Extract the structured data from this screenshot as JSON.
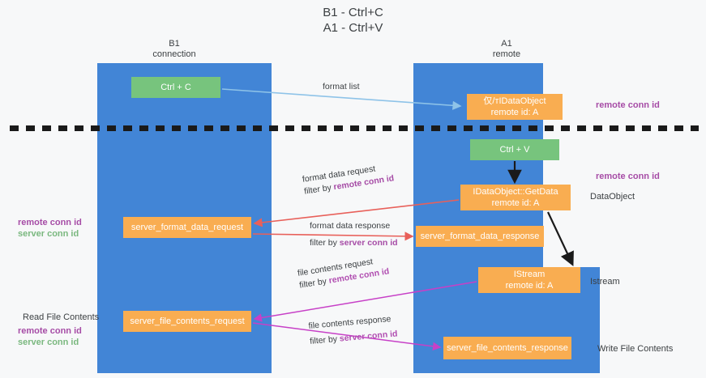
{
  "title": "B1 - Ctrl+C\nA1 - Ctrl+V",
  "lanes": [
    {
      "name": "b1",
      "header": "B1\nconnection"
    },
    {
      "name": "a1",
      "header": "A1\nremote"
    }
  ],
  "boxes": {
    "ctrl_c": "Ctrl + C",
    "data_object": "仅/тIDataObject\nremote id: A",
    "ctrl_v": "Ctrl + V",
    "get_data": "IDataObject::GetData\nremote id: A",
    "server_format_data_request": "server_format_data_request",
    "server_format_data_response": "server_format_data_response",
    "istream": "IStream\nremote id: A",
    "server_file_contents_request": "server_file_contents_request",
    "server_file_contents_response": "server_file_contents_response"
  },
  "arrow_labels": {
    "format_list": "format list",
    "format_data_request": "format data request",
    "format_data_request_filter_prefix": "filter by ",
    "format_data_request_filter_key": "remote conn id",
    "format_data_response": "format data response",
    "format_data_response_filter_prefix": "filter by ",
    "format_data_response_filter_key": "server conn id",
    "file_contents_request": "file contents request",
    "file_contents_request_filter_prefix": "filter by ",
    "file_contents_request_filter_key": "remote conn id",
    "file_contents_response": "file contents response",
    "file_contents_response_filter_prefix": "filter by ",
    "file_contents_response_filter_key": "server conn id"
  },
  "annotations": {
    "right_top_remote_conn_id": "remote conn id",
    "right_mid_remote_conn_id": "remote conn id",
    "right_dataobject": "DataObject",
    "right_istream": "Istream",
    "right_write_file_contents": "Write File Contents",
    "left_remote_conn_id": "remote conn id",
    "left_server_conn_id": "server conn id",
    "left_read_file_contents": "Read File Contents",
    "left_remote_conn_id_2": "remote conn id",
    "left_server_conn_id_2": "server conn id"
  },
  "colors": {
    "lane_blue": "#4285d6",
    "box_green": "#77c47d",
    "box_orange": "#f9ad51",
    "accent_purple": "#a64ca6",
    "accent_green": "#7ab87f",
    "arrow_red": "#e8605a",
    "arrow_blue": "#8ec3e8",
    "arrow_magenta": "#c740c7",
    "arrow_black": "#1a1a1a",
    "background": "#f7f8f9"
  }
}
